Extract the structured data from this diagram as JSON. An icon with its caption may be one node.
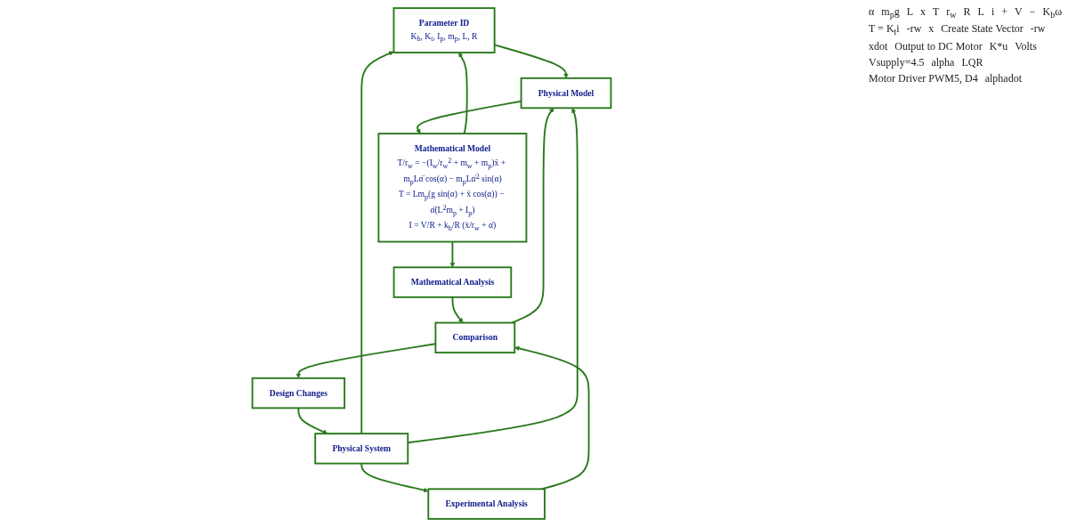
{
  "diagram": {
    "nodes": [
      {
        "text": [
          "Parameter ID",
          "K$_{b}$, K$_{t}$, I$_{p}$, m$_{p}$, L, R"
        ]
      },
      {
        "text": [
          "Physical System"
        ]
      },
      {
        "text": [
          "Physical Model"
        ]
      },
      {
        "text": [
          "Mathematical Model",
          "T/r$_{w}$ = −(I$_{w}$/r$_{w}$$^{2}$ + m$_{w}$ + m$_{p}$)ẍ + m$_{p}$Lα̈ cos(α) − m$_{p}$Lα̇$^{2}$ sin(α)",
          "T = Lm$_{p}$(g sin(α) + ẍ cos(α)) − α̈(L$^{2}$m$_{p}$ + I$_{p}$)",
          "I = V/R + k$_{b}$/R (ẋ/r$_{w}$ + α̇)"
        ]
      },
      {
        "text": [
          "Experimental Analysis"
        ]
      },
      {
        "text": [
          "Comparison"
        ]
      },
      {
        "text": [
          "Mathematical Analysis"
        ]
      },
      {
        "text": [
          "Design Changes"
        ]
      }
    ],
    "edges": [
      {
        "from": 1,
        "to": 0,
        "arrow": "to"
      },
      {
        "from": 3,
        "to": 0,
        "arrow": "to"
      },
      {
        "from": 0,
        "to": 2,
        "arrow": "to"
      },
      {
        "from": 1,
        "to": 2,
        "arrow": "to"
      },
      {
        "from": 2,
        "to": 3,
        "arrow": "to"
      },
      {
        "from": 3,
        "to": 6,
        "arrow": "to"
      },
      {
        "from": 1,
        "to": 4,
        "arrow": "to"
      },
      {
        "from": 4,
        "to": 5,
        "arrow": "to"
      },
      {
        "from": 6,
        "to": 5,
        "arrow": "to"
      },
      {
        "from": 5,
        "to": 2,
        "arrow": "to"
      },
      {
        "from": 5,
        "to": 7,
        "arrow": "to"
      },
      {
        "from": 7,
        "to": 1,
        "arrow": "to"
      }
    ],
    "labels": [
      "α",
      "m$_{p}$g",
      "L",
      "x",
      "T",
      "r$_{w}$",
      "R",
      "L",
      "i",
      "+",
      "V",
      "−",
      "K$_{b}$ω",
      "T = K$_{t}$i",
      "-rw",
      "x",
      "Create State Vector",
      "-rw",
      "xdot",
      "Output to DC Motor",
      "K*u",
      "Volts",
      "Vsupply=4.5",
      "alpha",
      "LQR",
      "Motor Driver PWM5, D4",
      "alphadot"
    ]
  }
}
